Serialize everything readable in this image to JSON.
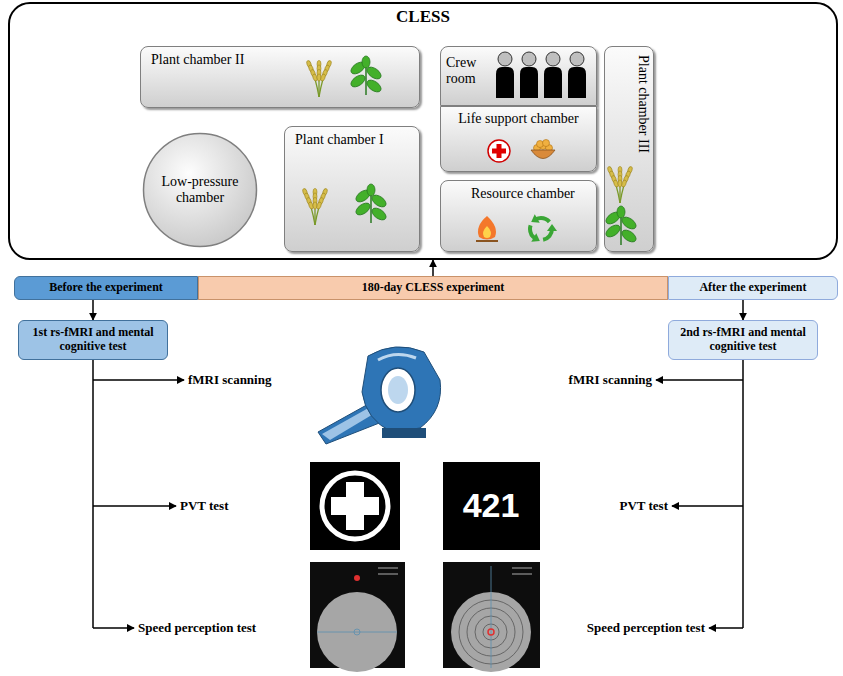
{
  "diagram": {
    "nodes": [
      {
        "text": [
          "CLESS"
        ]
      },
      {
        "text": [
          "Plant chamber II"
        ],
        "in": 0
      },
      {
        "text": [
          "Crew room"
        ],
        "in": 0
      },
      {
        "text": [
          "Life support chamber"
        ],
        "in": 0
      },
      {
        "text": [
          "Plant chamber III"
        ],
        "in": 0
      },
      {
        "text": [
          "Low-pressure chamber"
        ],
        "in": 0
      },
      {
        "text": [
          "Plant chamber I"
        ],
        "in": 0
      },
      {
        "text": [
          "Resource chamber"
        ],
        "in": 0
      },
      {
        "text": [
          "Before the experiment"
        ]
      },
      {
        "text": [
          "180-day CLESS experiment"
        ]
      },
      {
        "text": [
          "After the experiment"
        ]
      },
      {
        "text": [
          "1st rs-fMRI and mental cognitive test"
        ]
      },
      {
        "text": [
          "2nd rs-fMRI and mental cognitive test"
        ]
      }
    ],
    "edges": [
      {
        "from": 1,
        "to": 2,
        "arrow": "none"
      },
      {
        "from": 2,
        "to": 4,
        "arrow": "none"
      },
      {
        "from": 5,
        "to": 6,
        "arrow": "none"
      },
      {
        "from": 6,
        "to": 7,
        "arrow": "none"
      },
      {
        "from": 3,
        "to": 7,
        "arrow": "none"
      },
      {
        "from": 9,
        "to": 0,
        "arrow": "to"
      },
      {
        "from": 8,
        "to": 11,
        "arrow": "to"
      },
      {
        "from": 10,
        "to": 12,
        "arrow": "to"
      }
    ],
    "labels": [
      "421",
      "fMRI scanning",
      "PVT test",
      "Speed perception test",
      "fMRI scanning",
      "PVT test",
      "Speed perception test"
    ]
  }
}
